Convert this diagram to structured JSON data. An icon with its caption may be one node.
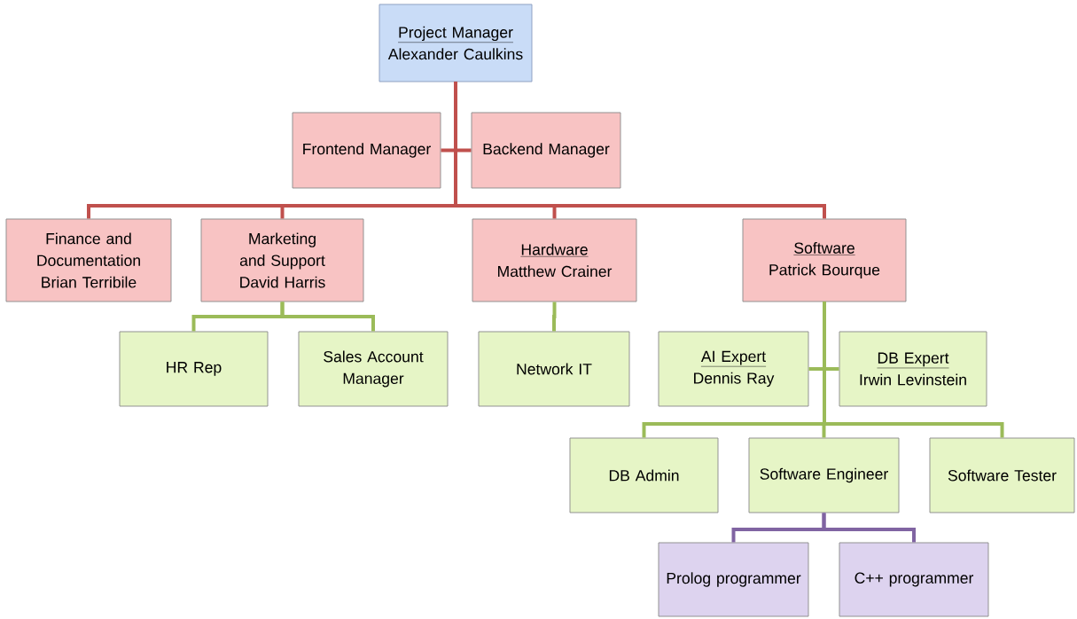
{
  "diagram": {
    "nodes": [
      {
        "text": [
          "Project Manager",
          "Alexander Caulkins"
        ]
      },
      {
        "text": [
          "Frontend Manager"
        ]
      },
      {
        "text": [
          "Backend Manager"
        ]
      },
      {
        "text": [
          "Finance and Documentation",
          "Brian Terribile"
        ]
      },
      {
        "text": [
          "Marketing and Support",
          "David Harris"
        ]
      },
      {
        "text": [
          "Hardware",
          "Matthew Crainer"
        ]
      },
      {
        "text": [
          "Software",
          "Patrick Bourque"
        ]
      },
      {
        "text": [
          "HR Rep"
        ]
      },
      {
        "text": [
          "Sales Account Manager"
        ]
      },
      {
        "text": [
          "Network IT"
        ]
      },
      {
        "text": [
          "AI Expert",
          "Dennis Ray"
        ]
      },
      {
        "text": [
          "DB Expert",
          "Irwin Levinstein"
        ]
      },
      {
        "text": [
          "DB Admin"
        ]
      },
      {
        "text": [
          "Software Engineer"
        ]
      },
      {
        "text": [
          "Software Tester"
        ]
      },
      {
        "text": [
          "Prolog programmer"
        ]
      },
      {
        "text": [
          "C++ programmer"
        ]
      }
    ],
    "edges": [
      {
        "from": 0,
        "to": 1,
        "arrow": "none",
        "color": "#c0504d"
      },
      {
        "from": 0,
        "to": 2,
        "arrow": "none",
        "color": "#c0504d"
      },
      {
        "from": 0,
        "to": 3,
        "arrow": "none",
        "color": "#c0504d"
      },
      {
        "from": 0,
        "to": 4,
        "arrow": "none",
        "color": "#c0504d"
      },
      {
        "from": 0,
        "to": 5,
        "arrow": "none",
        "color": "#c0504d"
      },
      {
        "from": 0,
        "to": 6,
        "arrow": "none",
        "color": "#c0504d"
      },
      {
        "from": 4,
        "to": 7,
        "arrow": "none"
      },
      {
        "from": 4,
        "to": 8,
        "arrow": "none"
      },
      {
        "from": 5,
        "to": 9,
        "arrow": "none"
      },
      {
        "from": 6,
        "to": 10,
        "arrow": "none"
      },
      {
        "from": 6,
        "to": 11,
        "arrow": "none"
      },
      {
        "from": 6,
        "to": 12,
        "arrow": "none"
      },
      {
        "from": 6,
        "to": 13,
        "arrow": "none"
      },
      {
        "from": 6,
        "to": 14,
        "arrow": "none"
      },
      {
        "from": 13,
        "to": 15,
        "arrow": "none",
        "color": "#8064a2"
      },
      {
        "from": 13,
        "to": 16,
        "arrow": "none",
        "color": "#8064a2"
      }
    ]
  }
}
